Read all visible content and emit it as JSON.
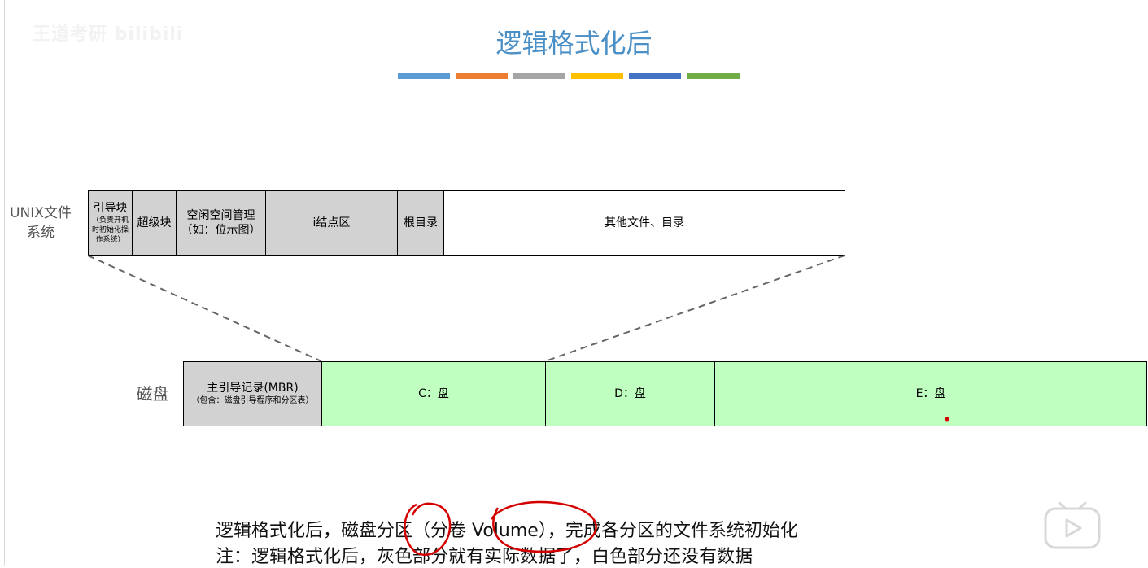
{
  "watermark": "王道考研 bilibili",
  "title": "逻辑格式化后",
  "title_bar_colors": [
    "#5b9bd5",
    "#ed7d31",
    "#a5a5a5",
    "#ffc000",
    "#4472c4",
    "#70ad47"
  ],
  "unix_fs": {
    "label_line1": "UNIX文件",
    "label_line2": "系统",
    "blocks": [
      {
        "label": "引导块",
        "note_line1": "（负责开机",
        "note_line2": "时初始化操",
        "note_line3": "作系统）"
      },
      {
        "label": "超级块"
      },
      {
        "label": "空闲空间管理",
        "note": "（如：位示图）"
      },
      {
        "label": "i结点区"
      },
      {
        "label": "根目录"
      },
      {
        "label": "其他文件、目录"
      }
    ]
  },
  "disk": {
    "label": "磁盘",
    "blocks": [
      {
        "label": "主引导记录(MBR)",
        "note": "（包含：磁盘引导程序和分区表）"
      },
      {
        "label": "C：盘"
      },
      {
        "label": "D：盘"
      },
      {
        "label": "E：盘"
      }
    ]
  },
  "captions": {
    "line1": "逻辑格式化后，磁盘分区（分卷 Volume），完成各分区的文件系统初始化",
    "line2": "注：逻辑格式化后，灰色部分就有实际数据了，白色部分还没有数据"
  },
  "colors": {
    "title": "#4a8fc6",
    "gray_block": "#d2d2d2",
    "green_block": "#bfffc0",
    "annotation_red": "#d40000"
  }
}
